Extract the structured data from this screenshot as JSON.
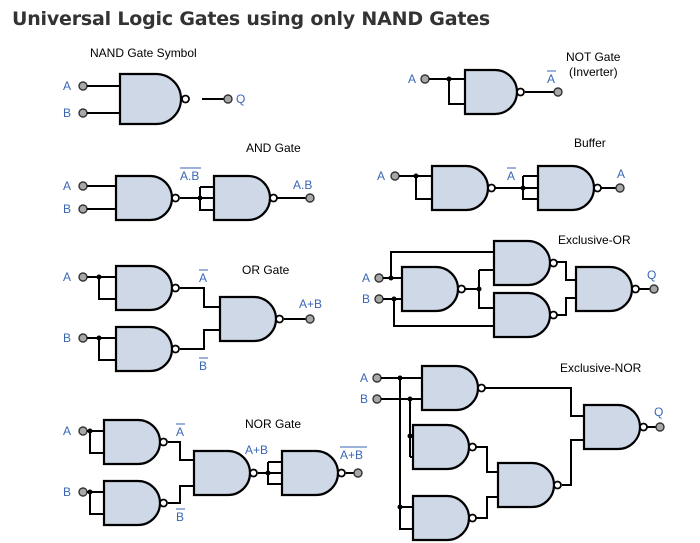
{
  "title": "Universal Logic Gates using only NAND Gates",
  "sections": {
    "nand_symbol": {
      "caption": "NAND Gate Symbol",
      "in_a": "A",
      "in_b": "B",
      "out": "Q"
    },
    "not_gate": {
      "caption": "NOT Gate",
      "subcaption": "(Inverter)",
      "in_a": "A",
      "out": "A"
    },
    "and_gate": {
      "caption": "AND Gate",
      "in_a": "A",
      "in_b": "B",
      "mid": "A.B",
      "out": "A.B"
    },
    "buffer": {
      "caption": "Buffer",
      "in_a": "A",
      "mid": "A",
      "out": "A"
    },
    "or_gate": {
      "caption": "OR Gate",
      "in_a": "A",
      "in_b": "B",
      "mid_a": "A",
      "mid_b": "B",
      "out": "A+B"
    },
    "xor_gate": {
      "caption": "Exclusive-OR",
      "in_a": "A",
      "in_b": "B",
      "out": "Q"
    },
    "xnor_gate": {
      "caption": "Exclusive-NOR",
      "in_a": "A",
      "in_b": "B",
      "out": "Q"
    },
    "nor_gate": {
      "caption": "NOR Gate",
      "in_a": "A",
      "in_b": "B",
      "mid_a": "A",
      "mid_b": "B",
      "mid": "A+B",
      "out": "A+B"
    }
  },
  "colors": {
    "gate_fill": "#cfd8e6",
    "signal_label": "#3a66b5",
    "terminal": "#a8a8a8"
  }
}
